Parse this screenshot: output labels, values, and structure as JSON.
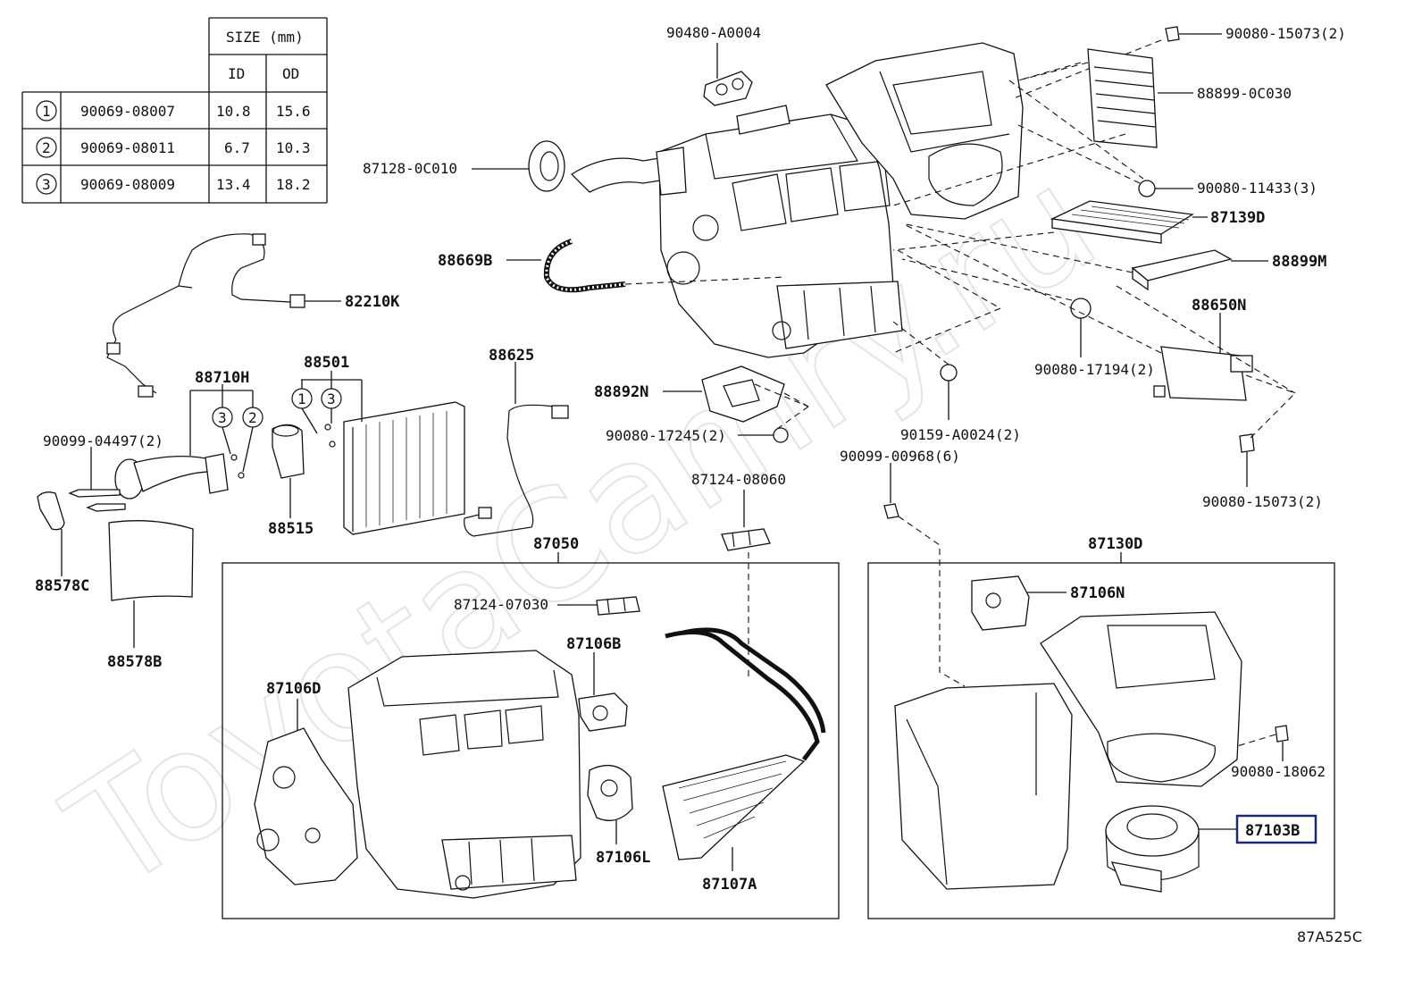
{
  "watermark": "ToyotaCamry.ru",
  "footer_code": "87A525C",
  "size_table": {
    "header": "SIZE (mm)",
    "col_id": "ID",
    "col_od": "OD",
    "rows": [
      {
        "num": "1",
        "part": "90069-08007",
        "id": "10.8",
        "od": "15.6"
      },
      {
        "num": "2",
        "part": "90069-08011",
        "id": "6.7",
        "od": "10.3"
      },
      {
        "num": "3",
        "part": "90069-08009",
        "id": "13.4",
        "od": "18.2"
      }
    ]
  },
  "callouts": {
    "p90480_A0004": "90480-A0004",
    "p90080_15073_top": "90080-15073(2)",
    "p88899_0C030": "88899-0C030",
    "p87128_0C010": "87128-0C010",
    "p90080_11433": "90080-11433(3)",
    "p87139D": "87139D",
    "p88669B": "88669B",
    "p88899M": "88899M",
    "p82210K": "82210K",
    "p88650N": "88650N",
    "p88501": "88501",
    "p88625": "88625",
    "p88710H": "88710H",
    "p88892N": "88892N",
    "p90080_17194": "90080-17194(2)",
    "p90099_04497": "90099-04497(2)",
    "p90080_17245": "90080-17245(2)",
    "p90159_A0024": "90159-A0024(2)",
    "p90099_00968": "90099-00968(6)",
    "p90080_15073_bot": "90080-15073(2)",
    "p88515": "88515",
    "p87124_08060": "87124-08060",
    "p88578C": "88578C",
    "p87050": "87050",
    "p87130D": "87130D",
    "p88578B": "88578B",
    "p87124_07030": "87124-07030",
    "p87106N": "87106N",
    "p87106B": "87106B",
    "p87106D": "87106D",
    "p90080_18062": "90080-18062",
    "p87103B": "87103B",
    "p87106L": "87106L",
    "p87107A": "87107A"
  },
  "circle_marks": {
    "m88710H_a": "3",
    "m88710H_b": "2",
    "m88501_a": "1",
    "m88501_b": "3"
  },
  "highlighted_part": "87103B"
}
